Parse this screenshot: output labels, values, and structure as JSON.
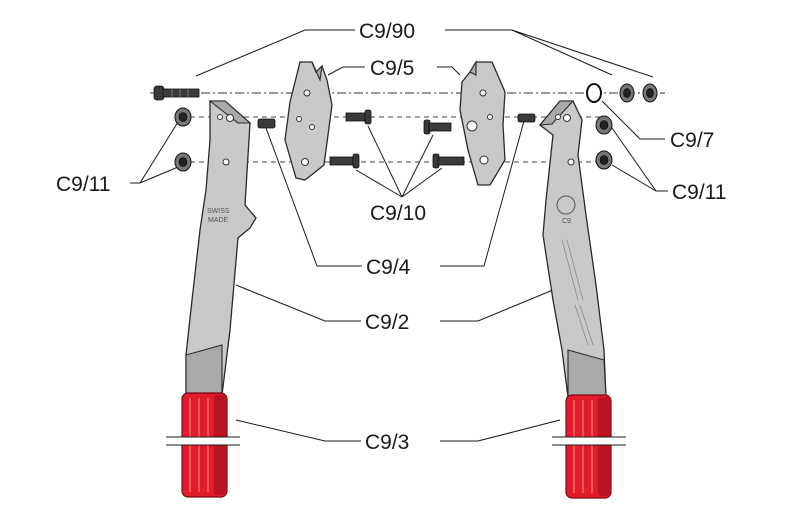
{
  "labels": {
    "c9_90": "C9/90",
    "c9_5": "C9/5",
    "c9_7": "C9/7",
    "c9_11_left": "C9/11",
    "c9_11_right": "C9/11",
    "c9_10": "C9/10",
    "c9_4": "C9/4",
    "c9_2": "C9/2",
    "c9_3": "C9/3"
  },
  "engraving": {
    "left_line1": "SWISS",
    "left_line2": "MADE",
    "right_model": "C9"
  },
  "colors": {
    "handle_metal": "#c9c9cb",
    "grip_red": "#e11d2a",
    "line": "#1a1a1a"
  }
}
